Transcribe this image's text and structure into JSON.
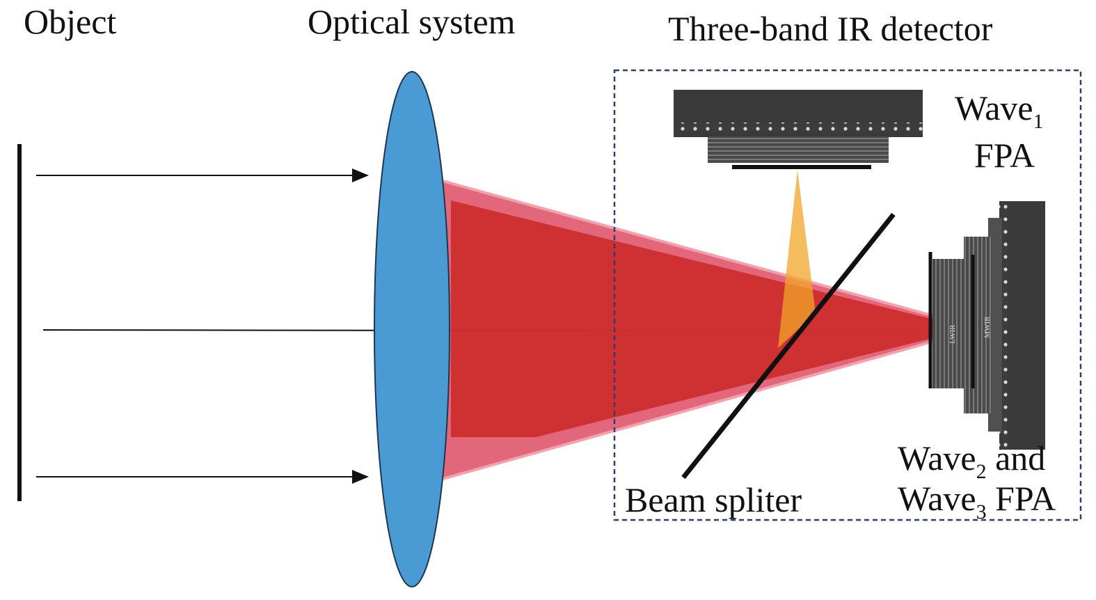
{
  "labels": {
    "object": "Object",
    "optical_system": "Optical system",
    "detector_title": "Three-band IR detector",
    "wave1_base": "Wave",
    "wave1_sub": "1",
    "wave1_fpa": "FPA",
    "wave2_base": "Wave",
    "wave2_sub": "2",
    "wave2_suffix": " and",
    "wave3_base": "Wave",
    "wave3_sub": "3",
    "wave3_suffix": " FPA",
    "beam_splitter": "Beam spliter",
    "chip_mwir": "MWIR",
    "chip_lwir": "LWIR"
  },
  "colors": {
    "lens_fill": "#4a9bd4",
    "beam_outer": "#e0566c",
    "beam_inner": "#cc2a28",
    "wave1_beam": "#f2a62a",
    "detector_box": "#2b3f73",
    "chip_dark": "#3a3a3a",
    "chip_mid": "#6a6a6a"
  }
}
